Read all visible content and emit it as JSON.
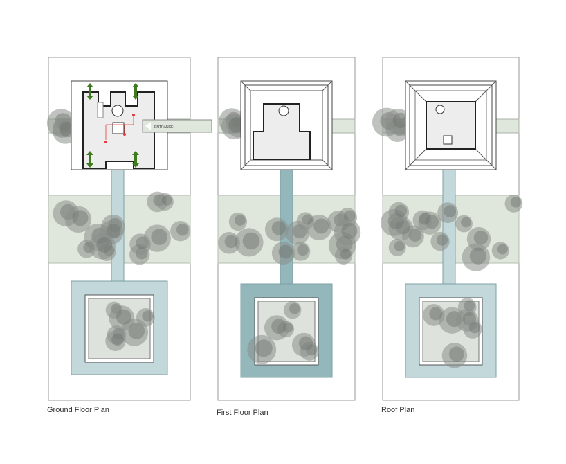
{
  "plans": [
    {
      "id": "ground",
      "title": "Ground Floor Plan",
      "entrance_label": "ENTRANCE"
    },
    {
      "id": "first",
      "title": "First Floor Plan"
    },
    {
      "id": "roof",
      "title": "Roof Plan"
    }
  ],
  "colors": {
    "panel_border": "#9a9a9a",
    "water_light": "#c3d8da",
    "water_dark": "#93b7bb",
    "garden_band": "#dfe6dc",
    "tree": "#8a8f8a",
    "floor": "#eeeded",
    "wall": "#222222",
    "arrow_green": "#3f7a1f",
    "route_red": "#e23a3a"
  }
}
